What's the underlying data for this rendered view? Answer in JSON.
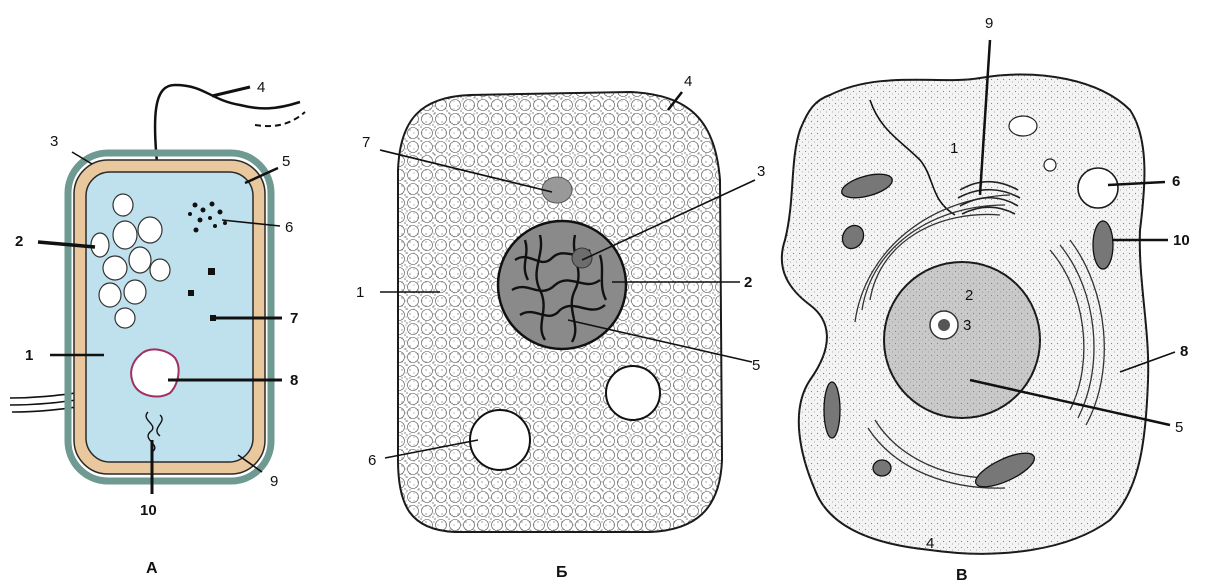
{
  "panels": {
    "a": {
      "caption": "А",
      "labels": [
        "1",
        "2",
        "3",
        "4",
        "5",
        "6",
        "7",
        "8",
        "9",
        "10"
      ],
      "colors": {
        "cytoplasm": "#bfe1ee",
        "cell_wall": "#e8c89c",
        "capsule": "#6f9a92",
        "outline": "#2a2a2a"
      }
    },
    "b": {
      "caption": "Б",
      "labels": [
        "1",
        "2",
        "3",
        "4",
        "5",
        "6",
        "7"
      ],
      "colors": {
        "cytoplasm": "#f6f6f6",
        "nucleus": "#8a8a8a",
        "outline": "#1a1a1a"
      }
    },
    "c": {
      "caption": "В",
      "labels": [
        "1",
        "2",
        "3",
        "4",
        "5",
        "6",
        "8",
        "9",
        "10"
      ],
      "colors": {
        "cytoplasm": "#f4f4f4",
        "nucleus": "#c9c9c9",
        "outline": "#1a1a1a"
      }
    }
  }
}
